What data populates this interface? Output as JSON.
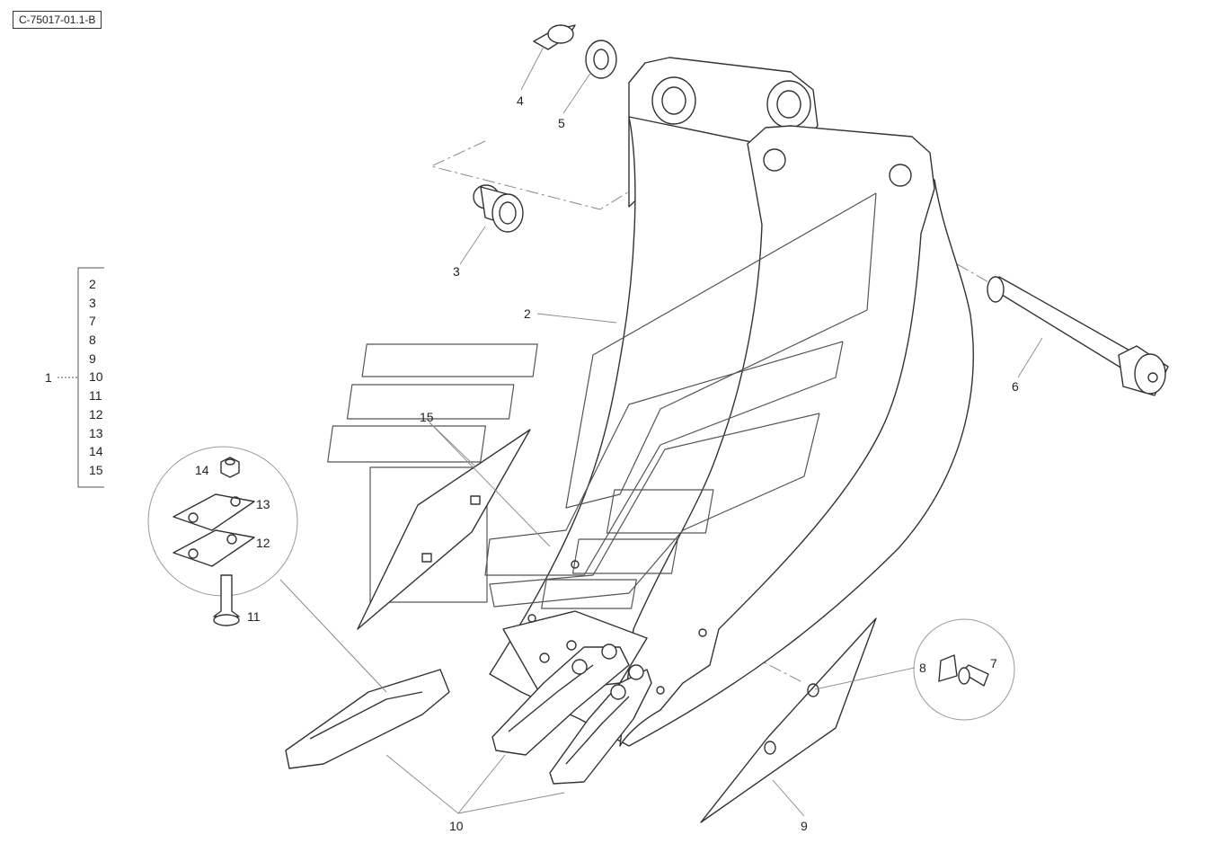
{
  "document": {
    "code": "C-75017-01.1-B"
  },
  "group": {
    "parent": "1",
    "children": [
      "2",
      "3",
      "7",
      "8",
      "9",
      "10",
      "11",
      "12",
      "13",
      "14",
      "15"
    ]
  },
  "callouts": {
    "c2": "2",
    "c3": "3",
    "c4": "4",
    "c5": "5",
    "c6": "6",
    "c7": "7",
    "c8": "8",
    "c9": "9",
    "c10": "10",
    "c11": "11",
    "c12": "12",
    "c13": "13",
    "c14": "14",
    "c15": "15"
  },
  "colors": {
    "line": "#333333",
    "leader": "#888888",
    "stripe": "#555555"
  }
}
